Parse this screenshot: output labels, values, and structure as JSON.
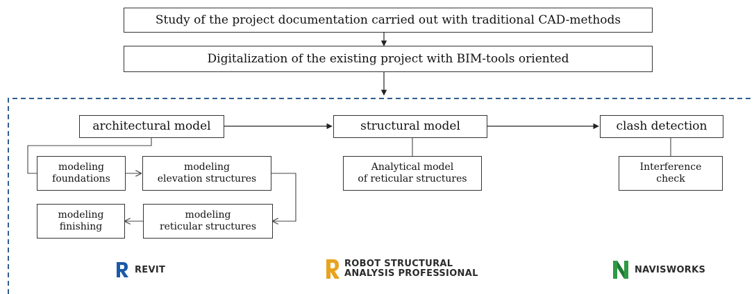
{
  "flow": {
    "step1": "Study of the project documentation carried out with traditional CAD-methods",
    "step2": "Digitalization of the existing project with BIM-tools oriented"
  },
  "architectural": {
    "title": "architectural model",
    "modeling_foundations": [
      "modeling",
      "foundations"
    ],
    "modeling_elevation": [
      "modeling",
      "elevation structures"
    ],
    "modeling_reticular": [
      "modeling",
      "reticular structures"
    ],
    "modeling_finishing": [
      "modeling",
      "finishing"
    ]
  },
  "structural": {
    "title": "structural model",
    "analytical": [
      "Analytical model",
      "of reticular structures"
    ]
  },
  "clash": {
    "title": "clash detection",
    "interference": [
      "Interference",
      "check"
    ]
  },
  "logos": {
    "revit": {
      "text": "REVIT",
      "color": "#1a5aa8",
      "icon": "revit-r-icon"
    },
    "robot": {
      "text": [
        "ROBOT STRUCTURAL",
        "ANALYSIS PROFESSIONAL"
      ],
      "color": "#e8a31d",
      "icon": "robot-r-icon"
    },
    "navisworks": {
      "text": "NAVISWORKS",
      "color": "#2e9a44",
      "icon": "navisworks-n-icon"
    }
  },
  "colors": {
    "dashed_border": "#2f5d8c",
    "lines": "#333333"
  }
}
